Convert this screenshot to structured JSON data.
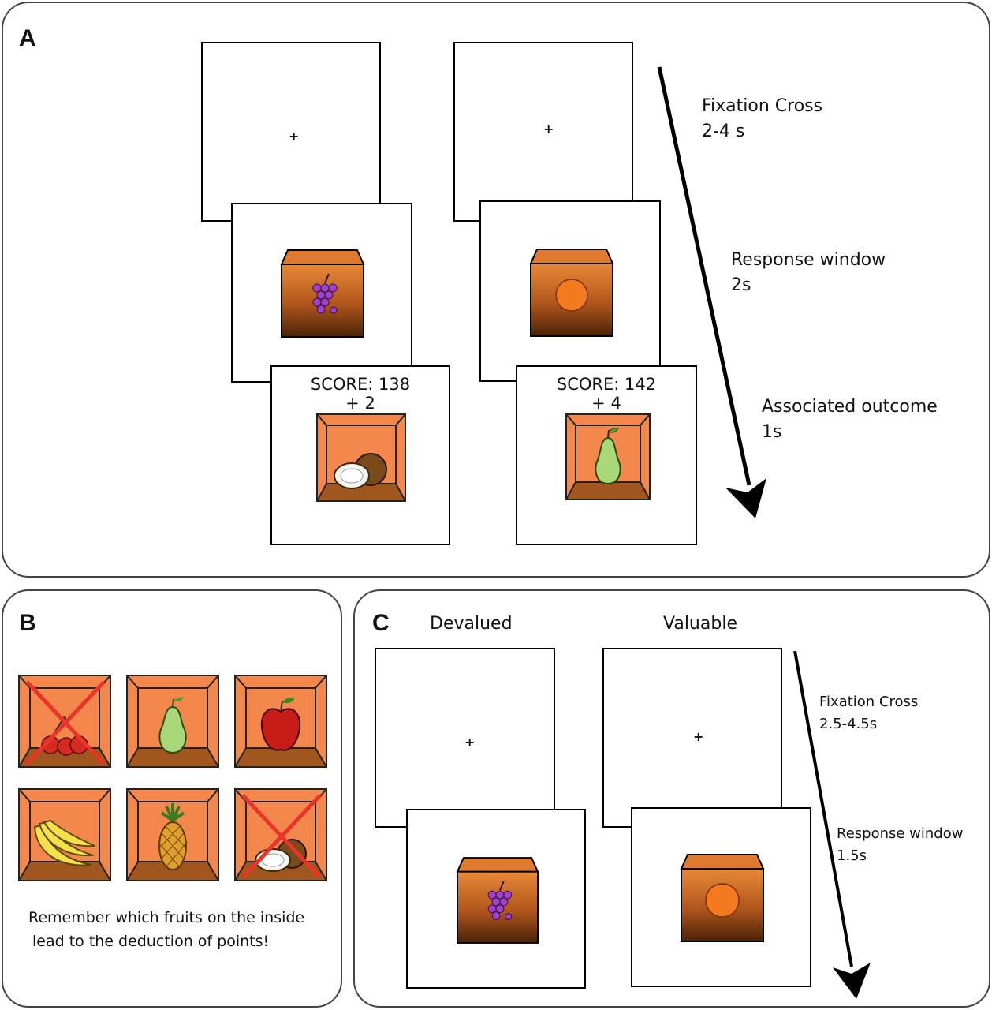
{
  "panel_a": {
    "label": "A",
    "fixation": {
      "cross": "+",
      "line1": "Fixation Cross",
      "line2": "2-4 s"
    },
    "response": {
      "line1": "Response window",
      "line2": "2s"
    },
    "outcome": {
      "line1": "Associated outcome",
      "line2": "1s"
    },
    "trials": [
      {
        "fruit_icon": "grapes-icon",
        "score": "SCORE: 138",
        "delta": "+ 2",
        "outcome_icon": "coconut-icon"
      },
      {
        "fruit_icon": "orange-icon",
        "score": "SCORE: 142",
        "delta": "+ 4",
        "outcome_icon": "pear-icon"
      }
    ]
  },
  "panel_b": {
    "label": "B",
    "boxes": [
      {
        "icon": "cherries-icon",
        "devalued": true
      },
      {
        "icon": "pear-icon",
        "devalued": false
      },
      {
        "icon": "apple-icon",
        "devalued": false
      },
      {
        "icon": "bananas-icon",
        "devalued": false
      },
      {
        "icon": "pineapple-icon",
        "devalued": false
      },
      {
        "icon": "coconut-icon",
        "devalued": true
      }
    ],
    "instruction_line1": "Remember which fruits on the inside",
    "instruction_line2": "lead to the deduction of points!"
  },
  "panel_c": {
    "label": "C",
    "header_left": "Devalued",
    "header_right": "Valuable",
    "fixation": {
      "cross": "+",
      "line1": "Fixation Cross",
      "line2": "2.5-4.5s"
    },
    "response": {
      "line1": "Response window",
      "line2": "1.5s"
    },
    "trials": [
      {
        "fruit_icon": "grapes-icon"
      },
      {
        "fruit_icon": "orange-icon"
      }
    ]
  },
  "colors": {
    "box_top": "#e07a30",
    "box_bottom": "#5a2a08",
    "box_inner": "#f4884c",
    "box_floor": "#a0561c",
    "grape": "#a043c8",
    "orange": "#f47a20",
    "pear": "#a8d878",
    "cross_out": "#e8352a"
  }
}
